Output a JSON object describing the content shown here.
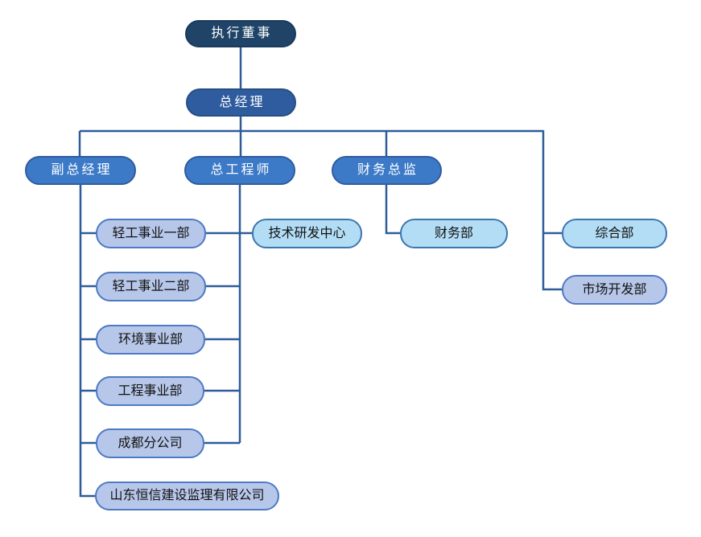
{
  "org": {
    "type": "org-chart",
    "nodes": [
      {
        "id": "executive-director",
        "label": "执行董事",
        "level": "l1"
      },
      {
        "id": "general-manager",
        "label": "总经理",
        "level": "l2"
      },
      {
        "id": "deputy-general-manager",
        "label": "副总经理",
        "level": "l3"
      },
      {
        "id": "chief-engineer",
        "label": "总工程师",
        "level": "l3"
      },
      {
        "id": "finance-director",
        "label": "财务总监",
        "level": "l3"
      },
      {
        "id": "light-industry-division-1",
        "label": "轻工事业一部",
        "level": "lavender"
      },
      {
        "id": "tech-rd-center",
        "label": "技术研发中心",
        "level": "sky"
      },
      {
        "id": "finance-department",
        "label": "财务部",
        "level": "sky"
      },
      {
        "id": "general-department",
        "label": "综合部",
        "level": "sky"
      },
      {
        "id": "light-industry-division-2",
        "label": "轻工事业二部",
        "level": "lavender"
      },
      {
        "id": "market-development-department",
        "label": "市场开发部",
        "level": "lavender"
      },
      {
        "id": "environment-division",
        "label": "环境事业部",
        "level": "lavender"
      },
      {
        "id": "engineering-division",
        "label": "工程事业部",
        "level": "lavender"
      },
      {
        "id": "chengdu-branch",
        "label": "成都分公司",
        "level": "lavender"
      },
      {
        "id": "shandong-hengxin-supervision",
        "label": "山东恒信建设监理有限公司",
        "level": "lavender"
      }
    ],
    "edges": [
      {
        "from": "executive-director",
        "to": "general-manager"
      },
      {
        "from": "general-manager",
        "to": "deputy-general-manager"
      },
      {
        "from": "general-manager",
        "to": "chief-engineer"
      },
      {
        "from": "general-manager",
        "to": "finance-director"
      },
      {
        "from": "general-manager",
        "to": "general-department"
      },
      {
        "from": "general-manager",
        "to": "market-development-department"
      },
      {
        "from": "deputy-general-manager",
        "to": "light-industry-division-1"
      },
      {
        "from": "deputy-general-manager",
        "to": "light-industry-division-2"
      },
      {
        "from": "deputy-general-manager",
        "to": "environment-division"
      },
      {
        "from": "deputy-general-manager",
        "to": "engineering-division"
      },
      {
        "from": "deputy-general-manager",
        "to": "chengdu-branch"
      },
      {
        "from": "deputy-general-manager",
        "to": "shandong-hengxin-supervision"
      },
      {
        "from": "chief-engineer",
        "to": "tech-rd-center"
      },
      {
        "from": "chief-engineer",
        "to": "light-industry-division-1"
      },
      {
        "from": "chief-engineer",
        "to": "light-industry-division-2"
      },
      {
        "from": "chief-engineer",
        "to": "environment-division"
      },
      {
        "from": "chief-engineer",
        "to": "engineering-division"
      },
      {
        "from": "chief-engineer",
        "to": "chengdu-branch"
      },
      {
        "from": "finance-director",
        "to": "finance-department"
      }
    ],
    "palette": {
      "l1": {
        "fill": "#1F4468",
        "border": "#1A3A5C",
        "text": "#FFFFFF"
      },
      "l2": {
        "fill": "#2F5C9E",
        "border": "#264E85",
        "text": "#FFFFFF"
      },
      "l3": {
        "fill": "#3C7AC8",
        "border": "#2F5C9E",
        "text": "#FFFFFF"
      },
      "lavender": {
        "fill": "#B7C7E9",
        "border": "#4E79C4",
        "text": "#111111"
      },
      "sky": {
        "fill": "#B3DDF5",
        "border": "#3D76AD",
        "text": "#111111"
      },
      "connector": "#2E5C99",
      "background": "#FFFFFF"
    }
  }
}
